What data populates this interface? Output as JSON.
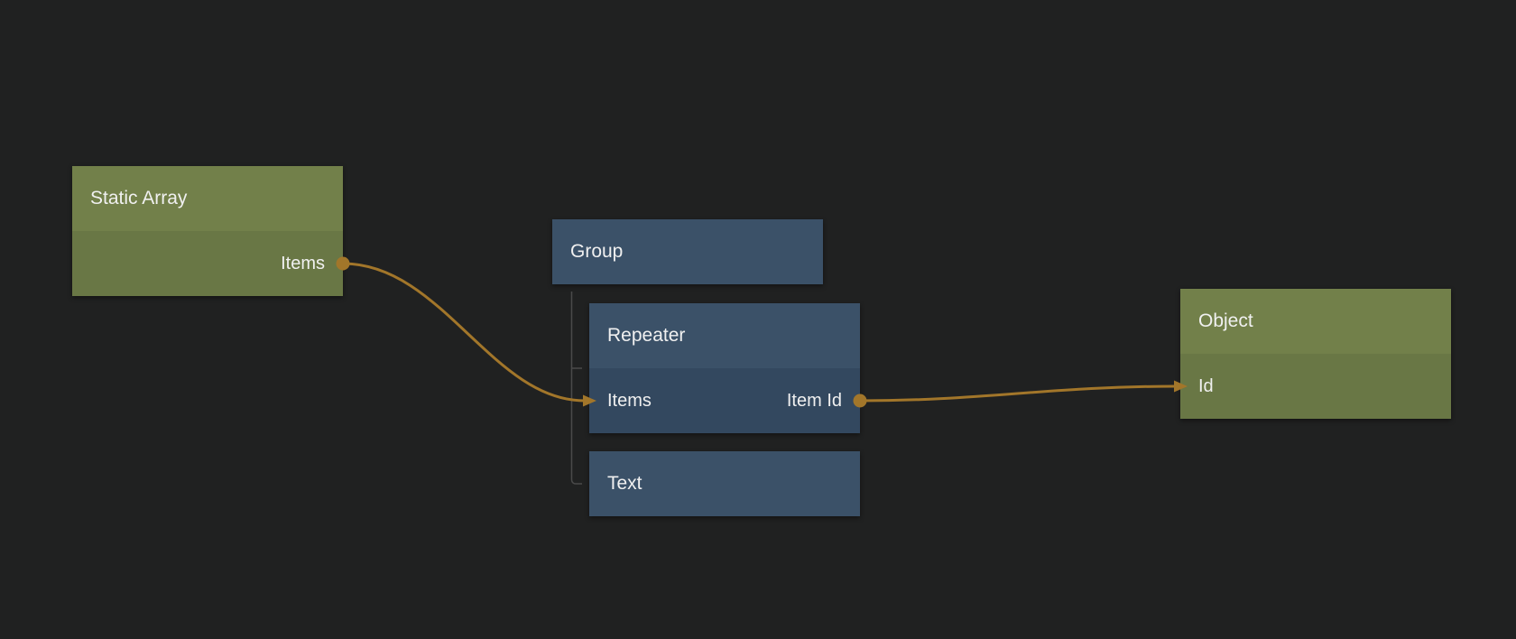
{
  "colors": {
    "background": "#202121",
    "array_header": "#72804a",
    "array_body": "#697745",
    "group_header": "#3b5168",
    "group_body": "#33485f",
    "wire": "#a2762a",
    "port": "#a2762a",
    "tree_line": "#4a4a4a",
    "text": "#f0f0f0"
  },
  "nodes": {
    "static_array": {
      "title": "Static Array",
      "outputs": [
        "Items"
      ]
    },
    "group": {
      "title": "Group"
    },
    "repeater": {
      "title": "Repeater",
      "inputs": [
        "Items"
      ],
      "outputs": [
        "Item Id"
      ]
    },
    "text": {
      "title": "Text"
    },
    "object": {
      "title": "Object",
      "inputs": [
        "Id"
      ]
    }
  },
  "hierarchy": {
    "parent": "Group",
    "children": [
      "Repeater",
      "Text"
    ]
  },
  "connections": [
    {
      "from_node": "Static Array",
      "from_port": "Items",
      "to_node": "Repeater",
      "to_port": "Items"
    },
    {
      "from_node": "Repeater",
      "from_port": "Item Id",
      "to_node": "Object",
      "to_port": "Id"
    }
  ]
}
